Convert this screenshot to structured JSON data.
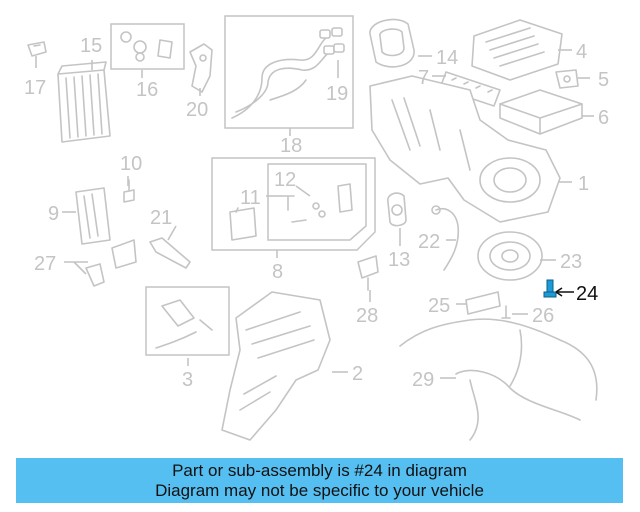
{
  "diagram": {
    "highlight_part": "24",
    "highlight_color": "#1b9bd7",
    "muted_color": "#c4c4c4",
    "callouts": {
      "c1": "1",
      "c2": "2",
      "c3": "3",
      "c4": "4",
      "c5": "5",
      "c6": "6",
      "c7": "7",
      "c8": "8",
      "c9": "9",
      "c10": "10",
      "c11": "11",
      "c12": "12",
      "c13": "13",
      "c14": "14",
      "c15": "15",
      "c16": "16",
      "c17": "17",
      "c18": "18",
      "c19": "19",
      "c20": "20",
      "c21": "21",
      "c22": "22",
      "c23": "23",
      "c24": "24",
      "c25": "25",
      "c26": "26",
      "c27": "27",
      "c28": "28",
      "c29": "29"
    }
  },
  "banner": {
    "line1": "Part or sub-assembly is #24 in diagram",
    "line2": "Diagram may not be specific to your vehicle",
    "background": "#56bff2"
  }
}
